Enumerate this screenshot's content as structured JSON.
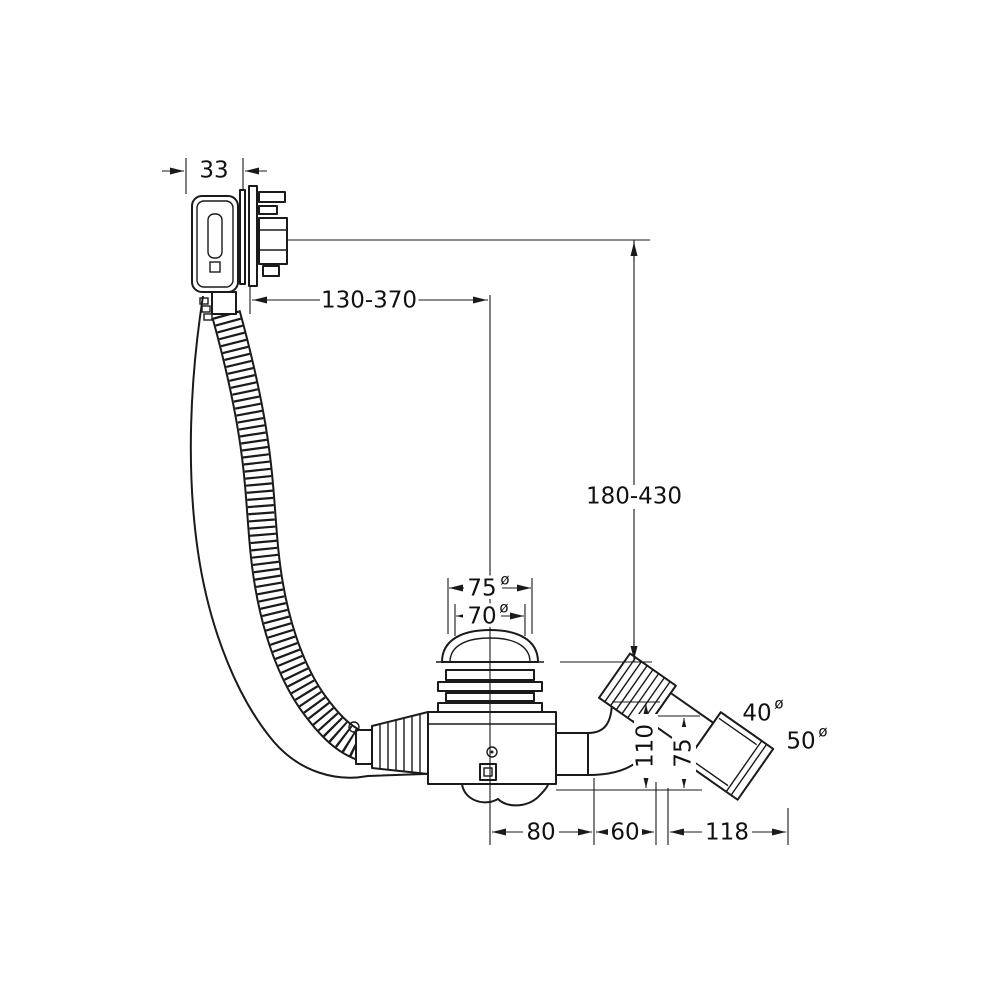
{
  "drawing": {
    "dims": {
      "overflow_width": "33",
      "cable_range": "130-370",
      "install_height_range": "180-430",
      "cap_diameter": "75",
      "waste_diameter": "70",
      "diameter_symbol": "ø",
      "elbow_height": "110",
      "outlet_height": "75",
      "body_length": "80",
      "elbow_length": "60",
      "outlet_length": "118",
      "elbow_diameter": "40",
      "outlet_diameter": "50"
    }
  }
}
